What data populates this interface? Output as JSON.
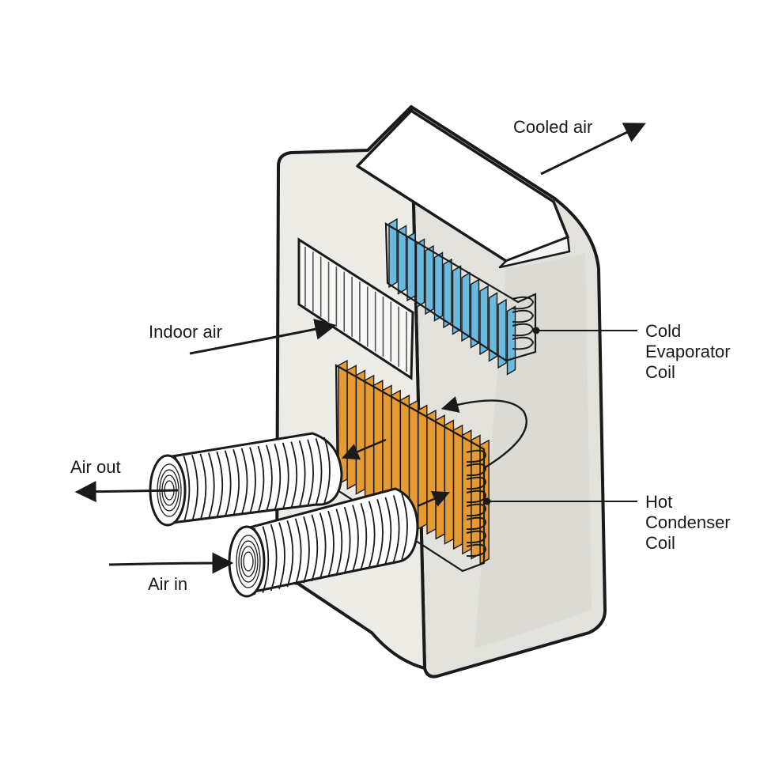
{
  "labels": {
    "cooled_air": "Cooled air",
    "indoor_air": "Indoor air",
    "evaporator": [
      "Cold",
      "Evaporator",
      "Coil"
    ],
    "condenser": [
      "Hot",
      "Condenser",
      "Coil"
    ],
    "air_out": "Air out",
    "air_in": "Air in"
  },
  "colors": {
    "outline": "#1a1a1a",
    "unit_body": "#ecebe6",
    "evaporator_coil": "#6bb9dd",
    "condenser_coil": "#e59a32",
    "hose": "#ffffff"
  }
}
